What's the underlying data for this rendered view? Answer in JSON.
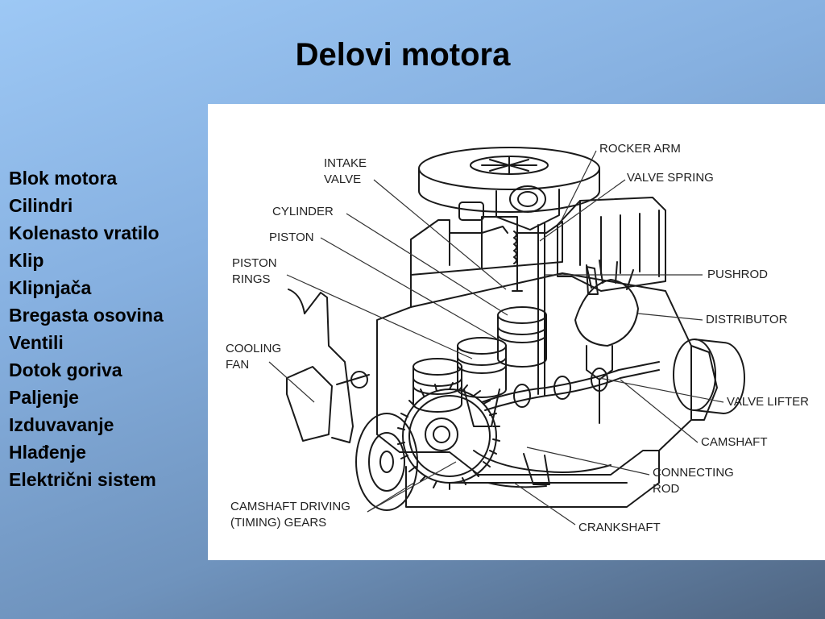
{
  "slide": {
    "title": "Delovi motora",
    "parts_list": [
      "Blok motora",
      "Cilindri",
      "Kolenasto vratilo",
      "Klip",
      "Klipnjača",
      "Bregasta osovina",
      "Ventili",
      "Dotok goriva",
      "Paljenje",
      "Izduvavanje",
      "Hlađenje",
      "Električni sistem"
    ]
  },
  "diagram": {
    "labels": {
      "intake_valve": [
        "INTAKE",
        "VALVE"
      ],
      "rocker_arm": "ROCKER ARM",
      "valve_spring": "VALVE SPRING",
      "cylinder": "CYLINDER",
      "piston": "PISTON",
      "piston_rings": [
        "PISTON",
        "RINGS"
      ],
      "pushrod": "PUSHROD",
      "distributor": "DISTRIBUTOR",
      "cooling_fan": [
        "COOLING",
        "FAN"
      ],
      "valve_lifter": "VALVE LIFTER",
      "camshaft": "CAMSHAFT",
      "connecting_rod": [
        "CONNECTING",
        "ROD"
      ],
      "camshaft_driving_gears": [
        "CAMSHAFT DRIVING",
        "(TIMING) GEARS"
      ],
      "crankshaft": "CRANKSHAFT"
    }
  }
}
